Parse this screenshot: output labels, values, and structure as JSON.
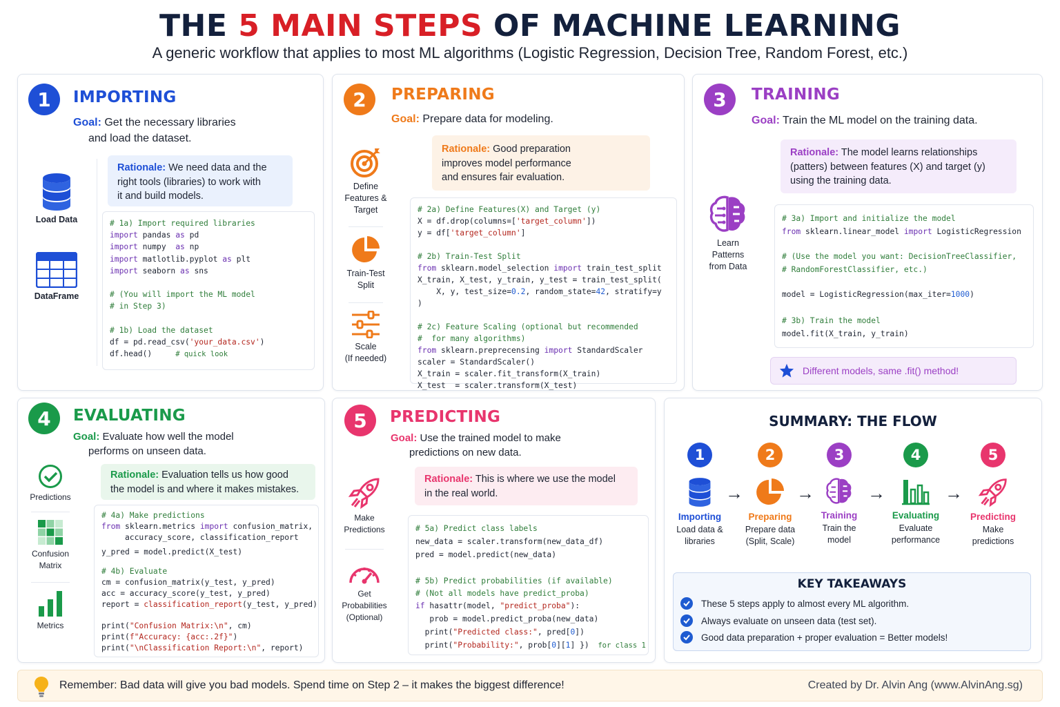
{
  "header": {
    "title_pre": "THE",
    "title_red": "5 MAIN STEPS",
    "title_post": "OF MACHINE LEARNING",
    "subtitle": "A generic workflow that applies to most ML algorithms (Logistic Regression, Decision Tree, Random Forest, etc.)"
  },
  "colors": {
    "blue": "#1e4fd6",
    "orange": "#ef7a1a",
    "purple": "#9b3fc4",
    "green": "#1a9a4a",
    "pink": "#e8356d",
    "red": "#d81f26",
    "navy": "#13203c"
  },
  "steps": {
    "s1": {
      "num": "1",
      "title": "IMPORTING",
      "goal_label": "Goal:",
      "goal_1": "Get the necessary libraries",
      "goal_2": "and load the dataset.",
      "rat_label": "Rationale:",
      "rat_1": "We need data and the",
      "rat_2": "right tools (libraries) to work with",
      "rat_3": "it and build models.",
      "icons": [
        "Load Data",
        "DataFrame"
      ],
      "code": {
        "l1": "# 1a) Import required libraries",
        "l2k": "import",
        "l2": " pandas ",
        "l2k2": "as",
        "l2b": " pd",
        "l3k": "import",
        "l3": " numpy  ",
        "l3k2": "as",
        "l3b": " np",
        "l4k": "import",
        "l4": " matlotlib.pyplot ",
        "l4k2": "as",
        "l4b": " plt",
        "l5k": "import",
        "l5": " seaborn ",
        "l5k2": "as",
        "l5b": " sns",
        "l7": "# (You will import the ML model",
        "l8": "# in Step 3)",
        "l10": "# 1b) Load the dataset",
        "l11a": "df = pd.read_csv(",
        "l11s": "'your_data.csv'",
        "l11b": ")",
        "l12a": "df.head()     ",
        "l12c": "# quick look"
      }
    },
    "s2": {
      "num": "2",
      "title": "PREPARING",
      "goal_label": "Goal:",
      "goal_1": "Prepare data for modeling.",
      "rat_label": "Rationale:",
      "rat_1": "Good preparation",
      "rat_2": "improves model performance",
      "rat_3": "and ensures fair evaluation.",
      "icons": [
        "Define",
        "Features &",
        "Target",
        "Train-Test",
        "Split",
        "Scale",
        "(If needed)"
      ],
      "code": {
        "l1": "# 2a) Define Features(X) and Target (y)",
        "l2a": "X = df.drop(columns=[",
        "l2s": "'target_column'",
        "l2b": "])",
        "l3a": "y = df[",
        "l3s": "'target_column'",
        "l3b": "]",
        "l5": "# 2b) Train-Test Split",
        "l6k": "from",
        "l6": " sklearn.model_selection ",
        "l6k2": "import",
        "l6b": " train_test_split",
        "l7": "X_train, X_test, y_train, y_test = train_test_split(",
        "l8a": "    X, y, test_size=",
        "l8n": "0.2",
        "l8b": ", random_state=",
        "l8n2": "42",
        "l8c": ", stratify=y",
        "l9": ")",
        "l11": "# 2c) Feature Scaling (optional but recommended",
        "l12": "#  for many algorithms)",
        "l13k": "from",
        "l13": " sklearn.preprecensing ",
        "l13k2": "import",
        "l13b": " StandardScaler",
        "l14": "scaler = StandardScaler()",
        "l15": "X_train = scaler.fit_transform(X_train)",
        "l16": "X_test  = scaler.transform(X_test)"
      }
    },
    "s3": {
      "num": "3",
      "title": "TRAINING",
      "goal_label": "Goal:",
      "goal_1": "Train the ML model on the training data.",
      "rat_label": "Rationale:",
      "rat_1": "The model learns relationships",
      "rat_2": "(patters) between features (X) and target (y)",
      "rat_3": "using the training data.",
      "icons": [
        "Learn",
        "Patterns",
        "from Data"
      ],
      "code": {
        "l1": "# 3a) Import and initialize the model",
        "l2k": "from",
        "l2": " sklearn.linear_model ",
        "l2k2": "import",
        "l2b": " LogisticRegression",
        "l4": "# (Use the model you want: DecisionTreeClassifier,",
        "l5": "# RandomForestClassifier, etc.)",
        "l7a": "model = LogisticRegression(max_iter=",
        "l7n": "1000",
        "l7b": ")",
        "l9": "# 3b) Train the model",
        "l10": "model.fit(X_train, y_train)"
      },
      "note": "Different models, same .fit() method!"
    },
    "s4": {
      "num": "4",
      "title": "EVALUATING",
      "goal_label": "Goal:",
      "goal_1": "Evaluate how well the model",
      "goal_2": "performs on unseen data.",
      "rat_label": "Rationale:",
      "rat_1": "Evaluation tells us how good",
      "rat_2": "the model is and where it makes mistakes.",
      "icons": [
        "Predictions",
        "Confusion",
        "Matrix",
        "Metrics"
      ],
      "code": {
        "l1": "# 4a) Make predictions",
        "l2k": "from",
        "l2": " sklearn.metrics ",
        "l2k2": "import",
        "l2b": " confusion_matrix,",
        "l3": "     accuracy_score, classification_report",
        "l5": "y_pred = model.predict(X_test)",
        "l7": "# 4b) Evaluate",
        "l8": "cm = confusion_matrix(y_test, y_pred)",
        "l9": "acc = accuracy_score(y_test, y_pred)",
        "l10a": "report = ",
        "l10s": "classification_report",
        "l10b": "(y_test, y_pred)",
        "l12a": "print(",
        "l12s": "\"Confusion Matrix:\\n\"",
        "l12b": ", cm)",
        "l13a": "print(",
        "l13s": "f\"Accuracy: {acc:.2f}\"",
        "l13b": ")",
        "l14a": "print(",
        "l14s": "\"\\nClassification Report:\\n\"",
        "l14b": ", report)"
      }
    },
    "s5": {
      "num": "5",
      "title": "PREDICTING",
      "goal_label": "Goal:",
      "goal_1": "Use the trained model to make",
      "goal_2": "predictions on new data.",
      "rat_label": "Rationale:",
      "rat_1": "This is where we use the model",
      "rat_2": "in the real world.",
      "icons": [
        "Make",
        "Predictions",
        "Get",
        "Probabilities",
        "(Optional)"
      ],
      "code": {
        "l1": "# 5a) Predict class labels",
        "l2": "new_data = scaler.transform(new_data_df)",
        "l3": "pred = model.predict(new_data)",
        "l5": "# 5b) Predict probabilities (if available)",
        "l6": "# (Not all models have predict_proba)",
        "l7k": "if",
        "l7a": " hasattr(model, ",
        "l7s": "\"predict_proba\"",
        "l7b": "):",
        "l8": "   prob = model.predict_proba(new_data)",
        "l9a": "  print(",
        "l9s": "\"Predicted class:\"",
        "l9b": ", pred[",
        "l9n": "0",
        "l9c": "])",
        "l10a": "  print(",
        "l10s": "\"Probability:\"",
        "l10b": ", prob[",
        "l10n": "0",
        "l10c": "][",
        "l10n2": "1",
        "l10d": "] })",
        "l10e": "  for class 1"
      }
    }
  },
  "summary": {
    "title": "SUMMARY: THE FLOW",
    "flow": [
      {
        "num": "1",
        "label": "Importing",
        "d1": "Load data &",
        "d2": "libraries"
      },
      {
        "num": "2",
        "label": "Preparing",
        "d1": "Prepare data",
        "d2": "(Split, Scale)"
      },
      {
        "num": "3",
        "label": "Training",
        "d1": "Train the",
        "d2": "model"
      },
      {
        "num": "4",
        "label": "Evaluating",
        "d1": "Evaluate",
        "d2": "performance"
      },
      {
        "num": "5",
        "label": "Predicting",
        "d1": "Make",
        "d2": "predictions"
      }
    ],
    "arrow": "→",
    "key_title": "KEY TAKEAWAYS",
    "key_items": [
      "These 5 steps apply to almost every ML algorithm.",
      "Always evaluate on unseen data (test set).",
      "Good data preparation + proper evaluation = Better models!"
    ]
  },
  "footer": {
    "message": "Remember: Bad data will give you bad models. Spend time on Step 2 – it makes the biggest difference!",
    "credit": "Created by Dr. Alvin Ang (www.AlvinAng.sg)"
  }
}
